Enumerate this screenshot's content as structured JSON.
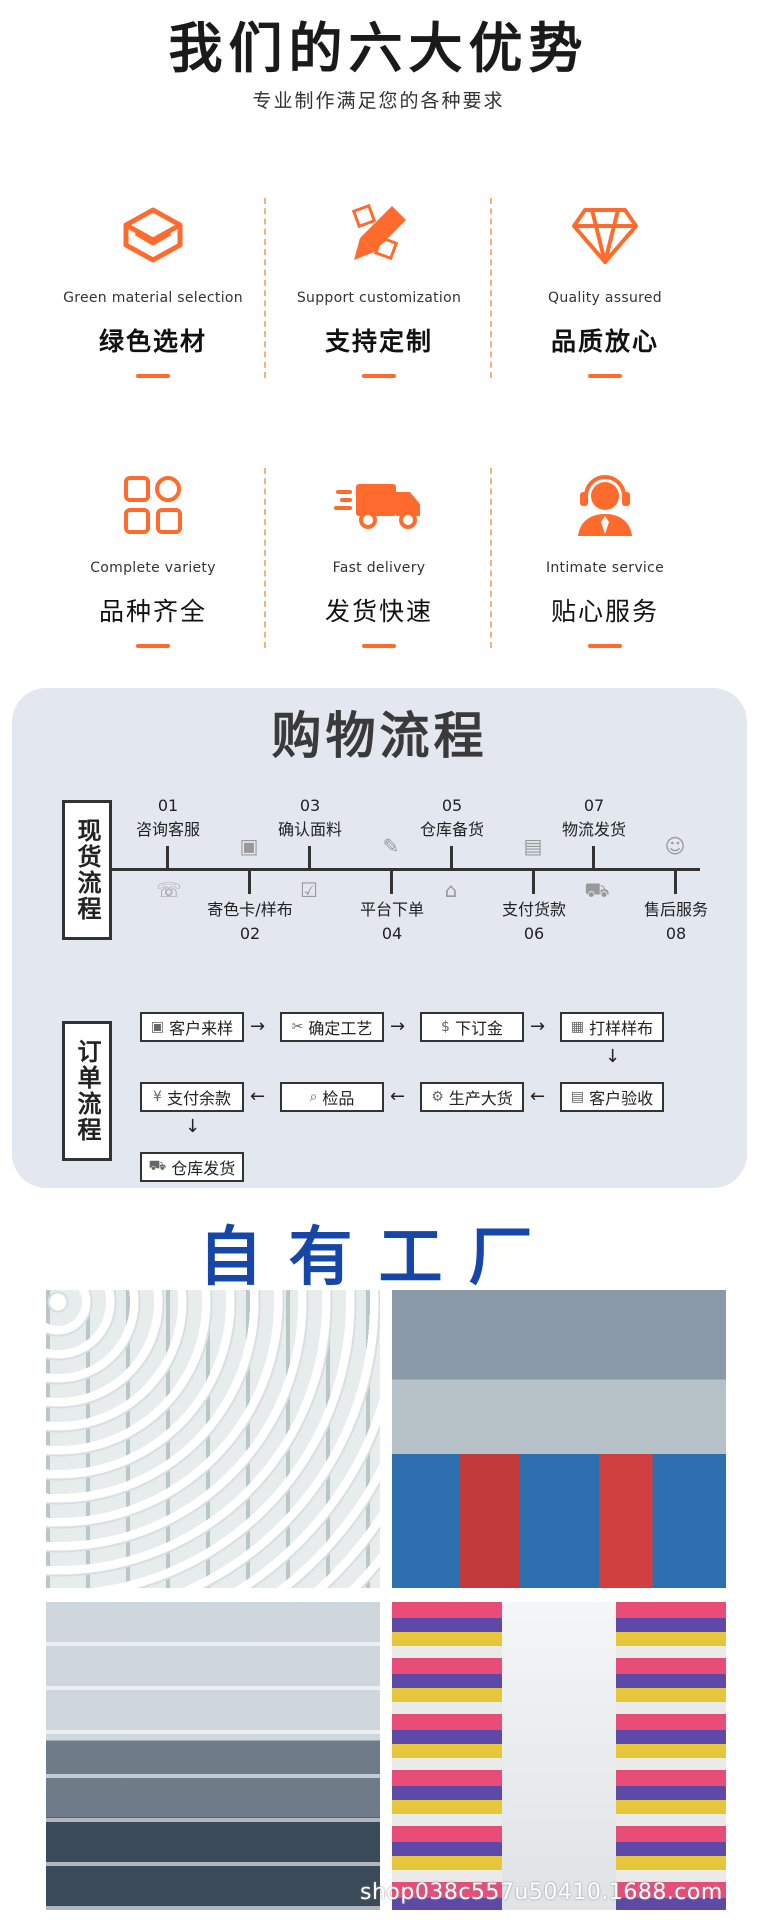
{
  "advantages": {
    "title": "我们的六大优势",
    "subtitle": "专业制作满足您的各种要求",
    "items": [
      {
        "en": "Green material selection",
        "cn": "绿色选材",
        "icon": "box-icon"
      },
      {
        "en": "Support customization",
        "cn": "支持定制",
        "icon": "pencil-icon"
      },
      {
        "en": "Quality assured",
        "cn": "品质放心",
        "icon": "diamond-icon"
      },
      {
        "en": "Complete variety",
        "cn": "品种齐全",
        "icon": "grid-icon"
      },
      {
        "en": "Fast delivery",
        "cn": "发货快速",
        "icon": "truck-icon"
      },
      {
        "en": "Intimate service",
        "cn": "贴心服务",
        "icon": "headset-icon"
      }
    ],
    "accent": "#ff6b2c"
  },
  "process": {
    "title": "购物流程",
    "spot_label": "现货流程",
    "order_label": "订单流程",
    "spot_steps": [
      {
        "num": "01",
        "label": "咨询客服"
      },
      {
        "num": "02",
        "label": "寄色卡/样布"
      },
      {
        "num": "03",
        "label": "确认面料"
      },
      {
        "num": "04",
        "label": "平台下单"
      },
      {
        "num": "05",
        "label": "仓库备货"
      },
      {
        "num": "06",
        "label": "支付货款"
      },
      {
        "num": "07",
        "label": "物流发货"
      },
      {
        "num": "08",
        "label": "售后服务"
      }
    ],
    "order_steps": [
      "客户来样",
      "确定工艺",
      "下订金",
      "打样样布",
      "客户验收",
      "生产大货",
      "检品",
      "支付余款",
      "仓库发货"
    ]
  },
  "factory": {
    "title": "自有工厂",
    "watermark": "shop038c557u50410.1688.com"
  }
}
